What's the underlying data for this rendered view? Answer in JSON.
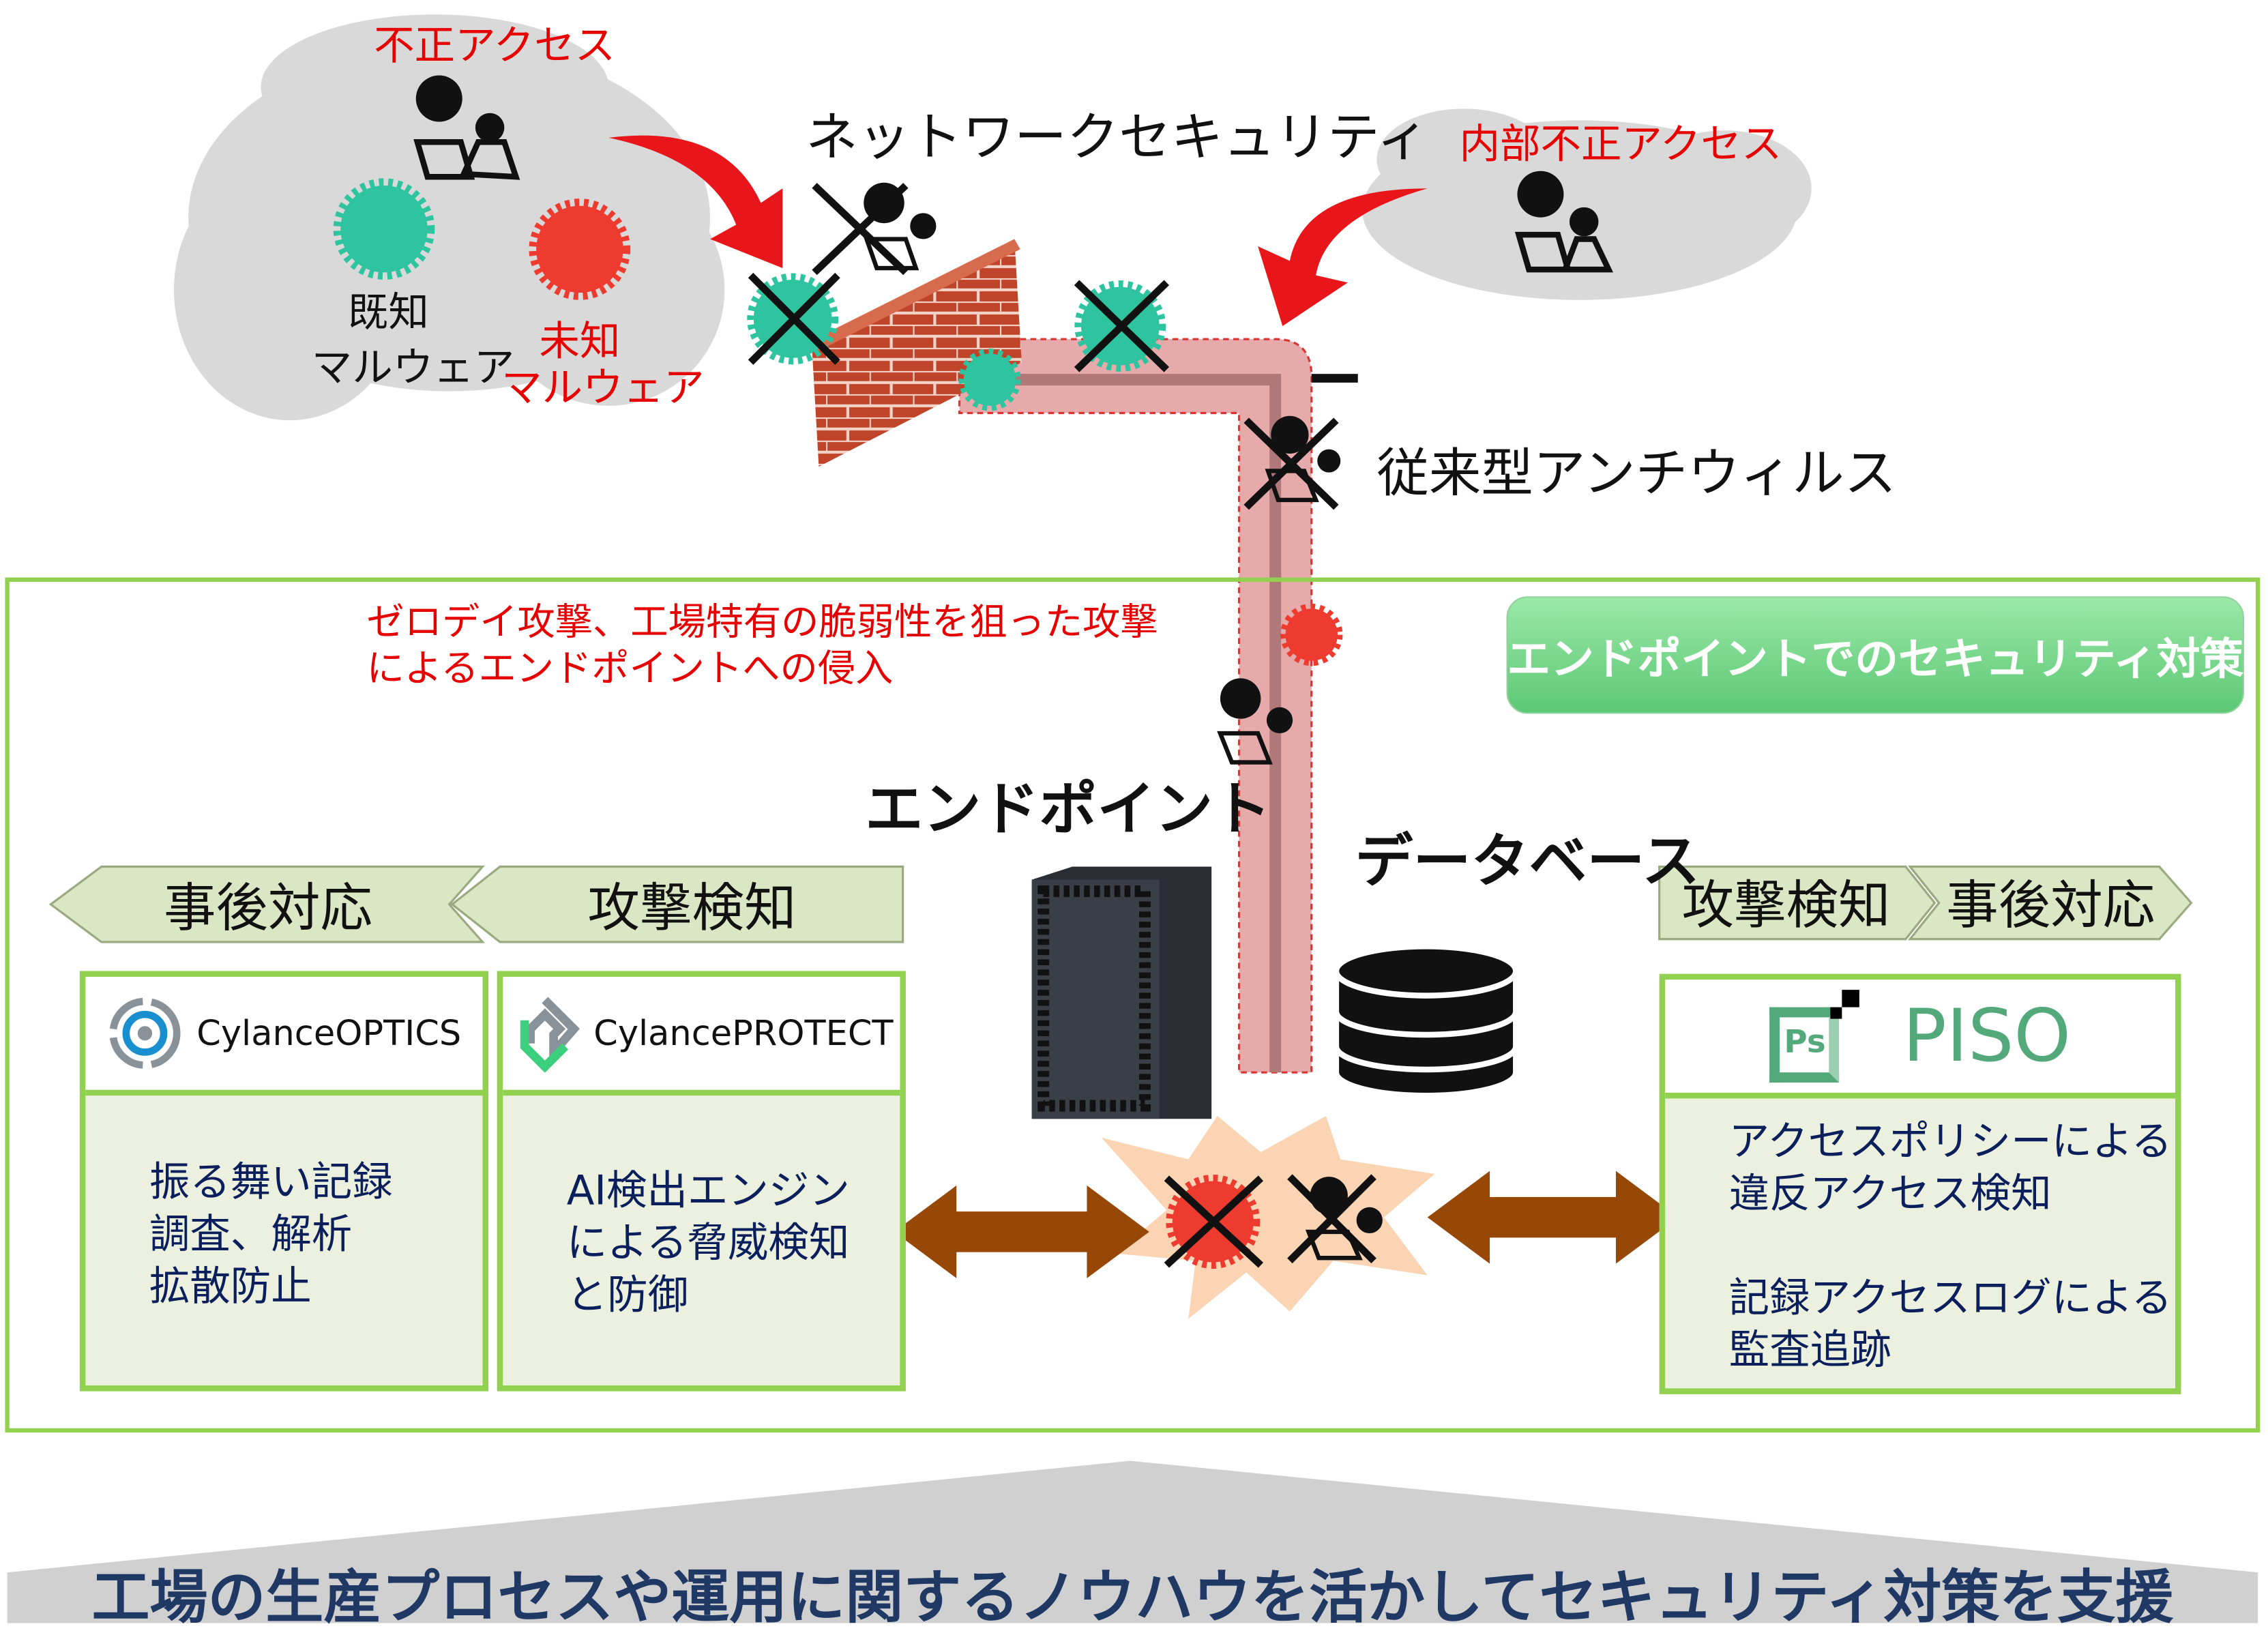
{
  "top": {
    "unauthorized_access": "不正アクセス",
    "known_malware": [
      "既知",
      "マルウェア"
    ],
    "unknown_malware": [
      "未知",
      "マルウェア"
    ],
    "network_security": "ネットワークセキュリティ",
    "internal_unauthorized_access": "内部不正アクセス",
    "legacy_antivirus": "従来型アンチウィルス"
  },
  "main": {
    "zero_day_text": [
      "ゼロデイ攻撃、工場特有の脆弱性を狙った攻撃",
      "によるエンドポイントへの侵入"
    ],
    "endpoint_security_button": "エンドポイントでのセキュリティ対策",
    "endpoint_label": "エンドポイント",
    "database_label": "データベース",
    "left_chevrons": [
      "事後対応",
      "攻撃検知"
    ],
    "right_chevrons": [
      "攻撃検知",
      "事後対応"
    ],
    "products": [
      {
        "name": "CylanceOPTICS",
        "lines": [
          "振る舞い記録",
          "調査、解析",
          "拡散防止"
        ]
      },
      {
        "name": "CylancePROTECT",
        "lines": [
          "AI検出エンジン",
          "による脅威検知",
          "と防御"
        ]
      },
      {
        "name": "PISO",
        "logo_text": "Ps",
        "lines": [
          "アクセスポリシーによる",
          "違反アクセス検知",
          "",
          "記録アクセスログによる",
          "監査追跡"
        ]
      }
    ]
  },
  "footer": {
    "text": "工場の生産プロセスや運用に関するノウハウを活かしてセキュリティ対策を支援"
  },
  "colors": {
    "accent_green": "#92d050",
    "alert_red": "#e60000",
    "navy": "#0a1f5c",
    "arrow_brown": "#974706"
  }
}
